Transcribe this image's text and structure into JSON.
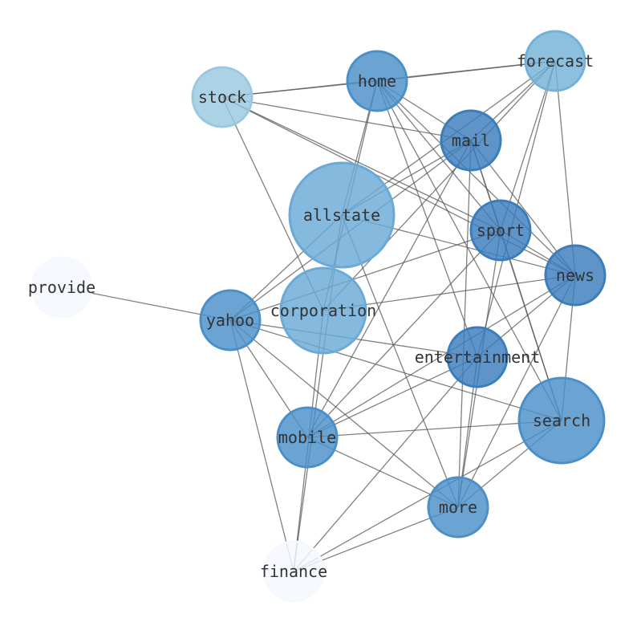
{
  "graph": {
    "nodes": [
      {
        "id": "forecast",
        "label": "forecast",
        "color": "#74b1d8"
      },
      {
        "id": "home",
        "label": "home",
        "color": "#4a8fc8"
      },
      {
        "id": "stock",
        "label": "stock",
        "color": "#9ac8e0"
      },
      {
        "id": "mail",
        "label": "mail",
        "color": "#3a7dbc"
      },
      {
        "id": "allstate",
        "label": "allstate",
        "color": "#6aaad5"
      },
      {
        "id": "sport",
        "label": "sport",
        "color": "#3a7dbc"
      },
      {
        "id": "news",
        "label": "news",
        "color": "#3a7dbc"
      },
      {
        "id": "provide",
        "label": "provide",
        "color": "#f4f9fe"
      },
      {
        "id": "yahoo",
        "label": "yahoo",
        "color": "#4a8fc8"
      },
      {
        "id": "corporation",
        "label": "corporation",
        "color": "#6aaad5"
      },
      {
        "id": "entertainment",
        "label": "entertainment",
        "color": "#3a7dbc"
      },
      {
        "id": "search",
        "label": "search",
        "color": "#4a8fc8"
      },
      {
        "id": "mobile",
        "label": "mobile",
        "color": "#4a8fc8"
      },
      {
        "id": "more",
        "label": "more",
        "color": "#4a8fc8"
      },
      {
        "id": "finance",
        "label": "finance",
        "color": "#f4f9fe"
      }
    ],
    "edges": [
      [
        "stock",
        "home"
      ],
      [
        "stock",
        "forecast"
      ],
      [
        "home",
        "forecast"
      ],
      [
        "stock",
        "mail"
      ],
      [
        "stock",
        "sport"
      ],
      [
        "stock",
        "news"
      ],
      [
        "stock",
        "corporation"
      ],
      [
        "home",
        "mail"
      ],
      [
        "home",
        "sport"
      ],
      [
        "home",
        "news"
      ],
      [
        "home",
        "allstate"
      ],
      [
        "home",
        "corporation"
      ],
      [
        "home",
        "entertainment"
      ],
      [
        "home",
        "search"
      ],
      [
        "forecast",
        "mail"
      ],
      [
        "forecast",
        "sport"
      ],
      [
        "forecast",
        "news"
      ],
      [
        "forecast",
        "entertainment"
      ],
      [
        "forecast",
        "corporation"
      ],
      [
        "forecast",
        "allstate"
      ],
      [
        "mail",
        "sport"
      ],
      [
        "mail",
        "news"
      ],
      [
        "mail",
        "search"
      ],
      [
        "mail",
        "yahoo"
      ],
      [
        "mail",
        "mobile"
      ],
      [
        "mail",
        "more"
      ],
      [
        "mail",
        "allstate"
      ],
      [
        "sport",
        "news"
      ],
      [
        "sport",
        "yahoo"
      ],
      [
        "sport",
        "search"
      ],
      [
        "sport",
        "mobile"
      ],
      [
        "sport",
        "more"
      ],
      [
        "news",
        "corporation"
      ],
      [
        "news",
        "entertainment"
      ],
      [
        "news",
        "search"
      ],
      [
        "news",
        "mobile"
      ],
      [
        "news",
        "more"
      ],
      [
        "news",
        "allstate"
      ],
      [
        "provide",
        "yahoo"
      ],
      [
        "yahoo",
        "allstate"
      ],
      [
        "yahoo",
        "entertainment"
      ],
      [
        "yahoo",
        "search"
      ],
      [
        "yahoo",
        "mobile"
      ],
      [
        "yahoo",
        "more"
      ],
      [
        "yahoo",
        "finance"
      ],
      [
        "entertainment",
        "mobile"
      ],
      [
        "entertainment",
        "more"
      ],
      [
        "entertainment",
        "finance"
      ],
      [
        "search",
        "mobile"
      ],
      [
        "search",
        "more"
      ],
      [
        "search",
        "finance"
      ],
      [
        "mobile",
        "more"
      ],
      [
        "more",
        "finance"
      ],
      [
        "more",
        "allstate"
      ],
      [
        "finance",
        "corporation"
      ],
      [
        "finance",
        "allstate"
      ]
    ]
  }
}
